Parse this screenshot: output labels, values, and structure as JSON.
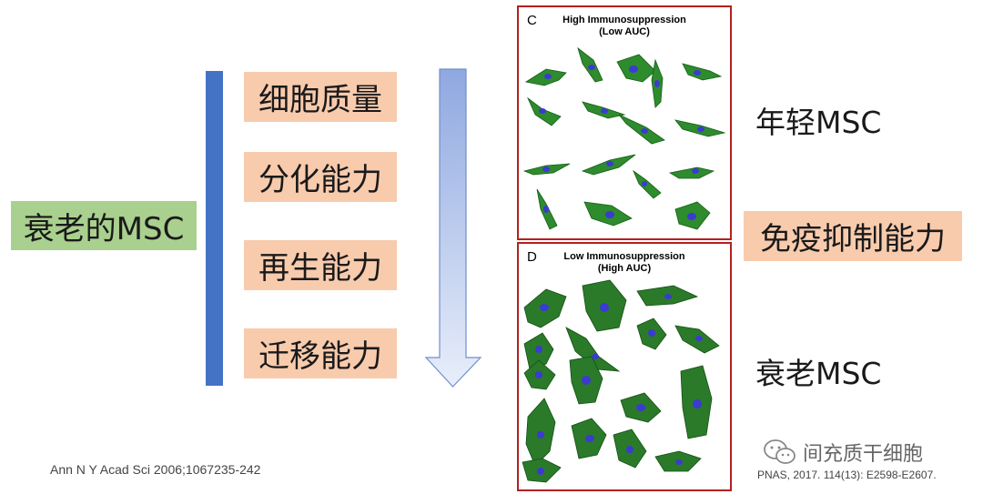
{
  "left_label": "衰老的MSC",
  "properties": [
    "细胞质量",
    "分化能力",
    "再生能力",
    "迁移能力"
  ],
  "panel_c": {
    "letter": "C",
    "title_line1": "High Immunosuppression",
    "title_line2": "(Low AUC)"
  },
  "panel_d": {
    "letter": "D",
    "title_line1": "Low Immunosuppression",
    "title_line2": "(High AUC)"
  },
  "right_labels": {
    "young": "年轻MSC",
    "function": "免疫抑制能力",
    "aged": "衰老MSC"
  },
  "citations": {
    "left": "Ann N Y Acad Sci 2006;1067235-242",
    "right": "PNAS, 2017. 114(13): E2598-E2607."
  },
  "watermark": "间充质干细胞",
  "icons": {
    "watermark": "wechat-icon"
  },
  "colors": {
    "green_box": "#a9d08e",
    "peach_box": "#f8cbad",
    "bar": "#4472c4",
    "arrow_top": "#8fa8e0",
    "arrow_bottom": "#e8eefa",
    "panel_border": "#b32020",
    "cell": "#2e8b2e",
    "nucleus": "#3b3bd0"
  }
}
